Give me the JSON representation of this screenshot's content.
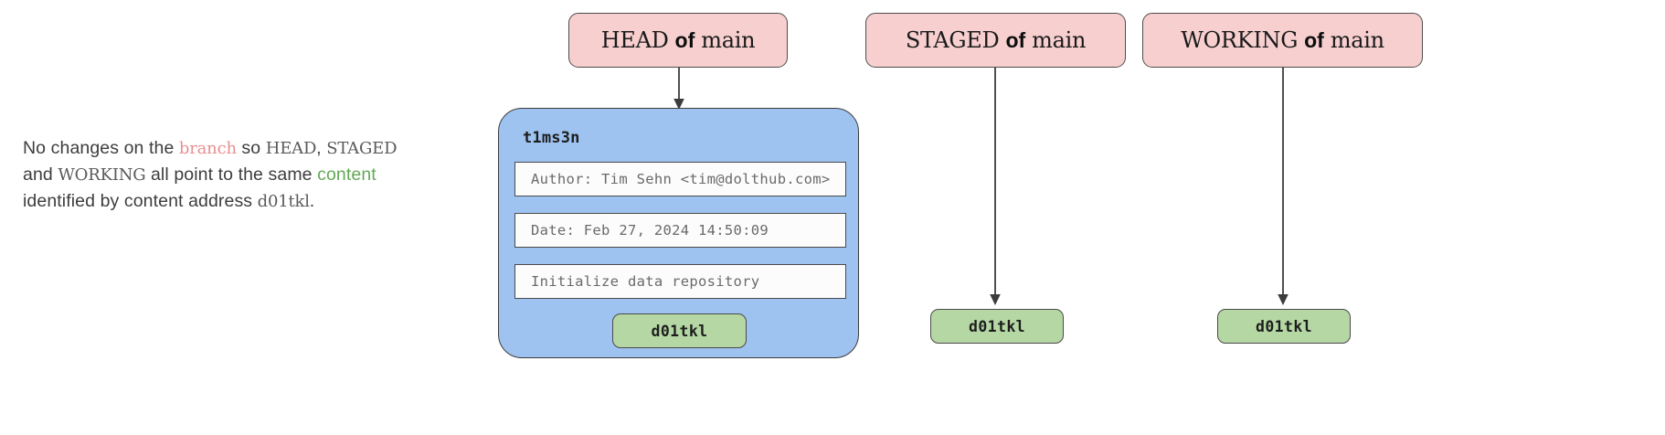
{
  "caption": {
    "line1_a": "No changes on the ",
    "branch": "branch",
    "line1_b": " so ",
    "head": "HEAD",
    "comma": ", ",
    "staged": "STAGED",
    "line2_a": "and ",
    "working": "WORKING",
    "line2_b": " all point to the same ",
    "content": "content",
    "line3_a": "identified by content address ",
    "hash": "d01tkl",
    "period": "."
  },
  "pointers": [
    {
      "name": "head",
      "ref": "HEAD",
      "of": "of",
      "branch": "main"
    },
    {
      "name": "staged",
      "ref": "STAGED",
      "of": "of",
      "branch": "main"
    },
    {
      "name": "working",
      "ref": "WORKING",
      "of": "of",
      "branch": "main"
    }
  ],
  "commit": {
    "id": "t1ms3n",
    "author": "Author: Tim Sehn <tim@dolthub.com>",
    "date": "Date: Feb 27, 2024 14:50:09",
    "message": "Initialize data repository",
    "hash": "d01tkl"
  },
  "staged_hash": "d01tkl",
  "working_hash": "d01tkl",
  "colors": {
    "pointer_fill": "#f7cfcf",
    "commit_fill": "#9ec3f0",
    "hash_fill": "#b5d7a4",
    "stroke": "#4a4a4a",
    "branch_text": "#e88f92",
    "content_text": "#62a956",
    "body_text": "#3d3d3d"
  }
}
